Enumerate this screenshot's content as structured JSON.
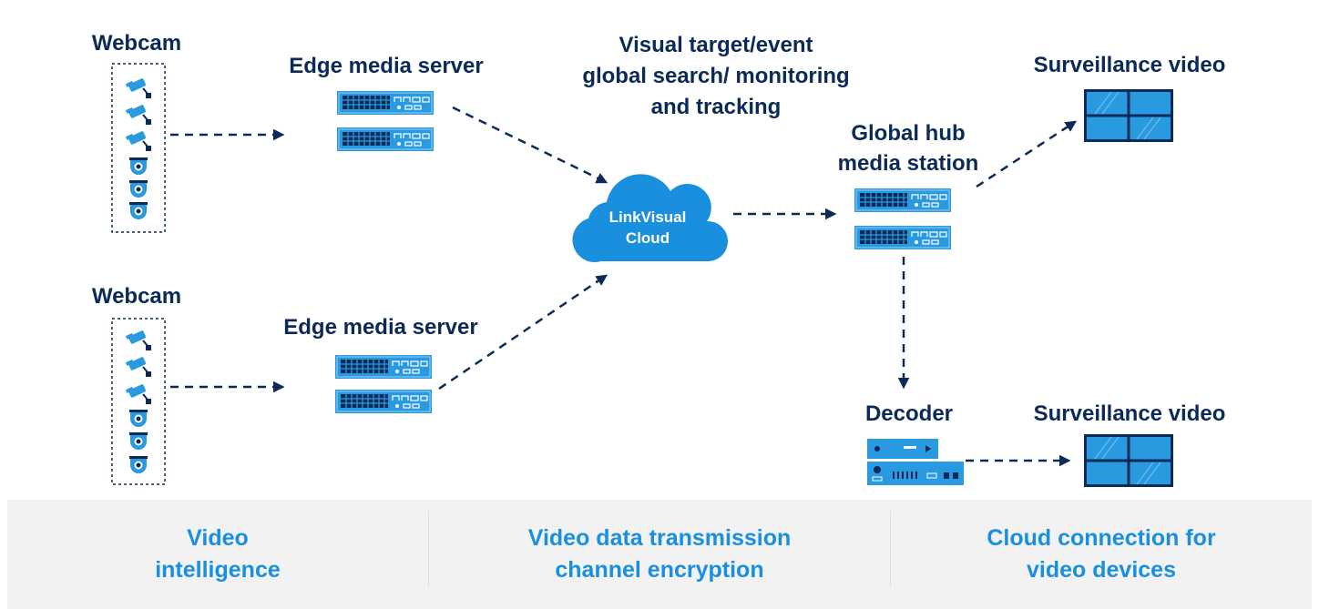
{
  "labels": {
    "webcam_top": "Webcam",
    "webcam_bottom": "Webcam",
    "edge_top": "Edge media server",
    "edge_bottom": "Edge media server",
    "search_line1": "Visual target/event",
    "search_line2": "global search/ monitoring",
    "search_line3": "and tracking",
    "cloud_line1": "LinkVisual",
    "cloud_line2": "Cloud",
    "hub_line1": "Global hub",
    "hub_line2": "media station",
    "decoder": "Decoder",
    "surveillance_top": "Surveillance video",
    "surveillance_bottom": "Surveillance video"
  },
  "footer": {
    "col1": "Video\nintelligence",
    "col2": "Video data transmission\nchannel encryption",
    "col3": "Cloud connection for\nvideo devices"
  },
  "colors": {
    "navy": "#0b2a57",
    "device_blue": "#2a9ae0",
    "footer_text": "#1a8fdd",
    "footer_bg": "#f2f2f2"
  },
  "icons": [
    "bullet-camera-icon",
    "dome-camera-icon",
    "server-icon",
    "cloud-icon",
    "video-wall-icon",
    "decoder-icon"
  ]
}
